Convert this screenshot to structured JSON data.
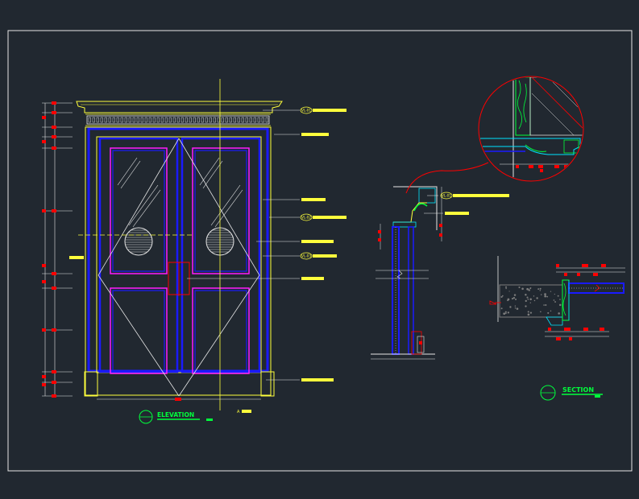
{
  "drawing": {
    "background": "#212830",
    "colors": {
      "frame": "#e6e6e6",
      "yellow": "#ffff3c",
      "blue": "#1a1aff",
      "red": "#ff0000",
      "magenta": "#ff1aff",
      "white": "#ffffff",
      "cyan": "#00e5ff",
      "green": "#00ff3c",
      "concrete": "#7d7d7d"
    },
    "elevation": {
      "title": "ELEVATION",
      "title_icon": "section-marker-icon",
      "axis_tag": "A"
    },
    "section": {
      "title": "SECTION",
      "title_icon": "section-marker-icon"
    },
    "callout_tags": [
      "VL-01",
      "VL-02",
      "VL-03"
    ]
  }
}
